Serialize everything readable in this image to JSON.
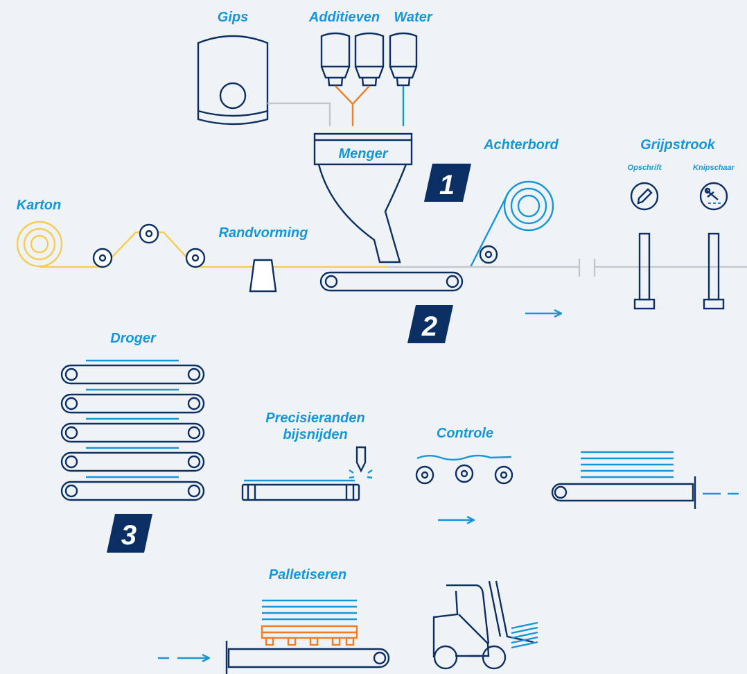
{
  "labels": {
    "gips": "Gips",
    "additieven": "Additieven",
    "water": "Water",
    "menger": "Menger",
    "achterbord": "Achterbord",
    "grijpstrook": "Grijpstrook",
    "opschrift": "Opschrift",
    "knipschaar": "Knipschaar",
    "karton": "Karton",
    "randvorming": "Randvorming",
    "droger": "Droger",
    "precisie_1": "Precisieranden",
    "precisie_2": "bijsnijden",
    "controle": "Controle",
    "palletiseren": "Palletiseren"
  },
  "steps": [
    "1",
    "2",
    "3"
  ],
  "colors": {
    "navy": "#0c2f63",
    "blue": "#1596d8",
    "yellow": "#f7cc55",
    "orange": "#ee7d23",
    "grey": "#c3c8cf",
    "background": "#f0f3f6"
  },
  "icons": [
    "silo-icon",
    "hopper-icon",
    "roll-icon",
    "roller-icon",
    "conveyor-icon",
    "pencil-icon",
    "scissors-icon",
    "cutter-icon",
    "pallet-icon",
    "forklift-icon",
    "arrow-right-icon"
  ]
}
